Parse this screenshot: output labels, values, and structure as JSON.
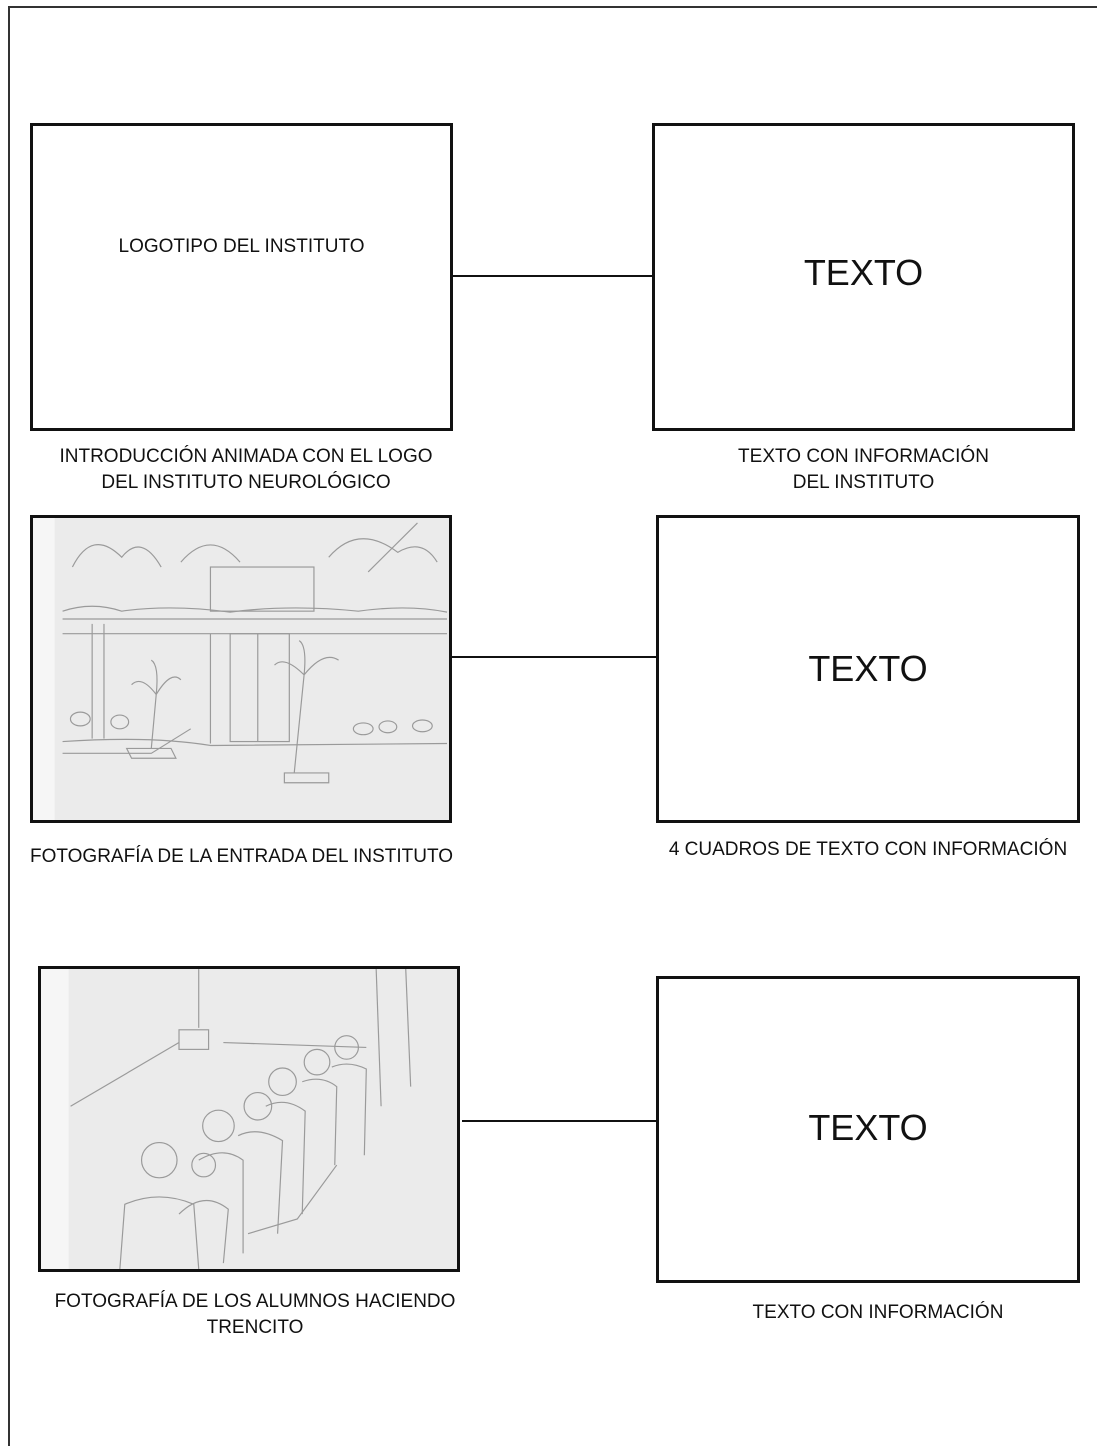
{
  "row1": {
    "left_box_label": "LOGOTIPO DEL INSTITUTO",
    "right_box_label": "TEXTO",
    "left_caption_line1": "INTRODUCCIÓN ANIMADA CON EL LOGO",
    "left_caption_line2": "DEL INSTITUTO NEUROLÓGICO",
    "right_caption_line1": "TEXTO CON INFORMACIÓN",
    "right_caption_line2": "DEL INSTITUTO"
  },
  "row2": {
    "right_box_label": "TEXTO",
    "left_caption": "FOTOGRAFÍA DE LA ENTRADA DEL INSTITUTO",
    "right_caption": "4 CUADROS DE TEXTO CON INFORMACIÓN"
  },
  "row3": {
    "right_box_label": "TEXTO",
    "left_caption_line1": "FOTOGRAFÍA DE LOS ALUMNOS HACIENDO",
    "left_caption_line2": "TRENCITO",
    "right_caption": "TEXTO CON INFORMACIÓN"
  }
}
